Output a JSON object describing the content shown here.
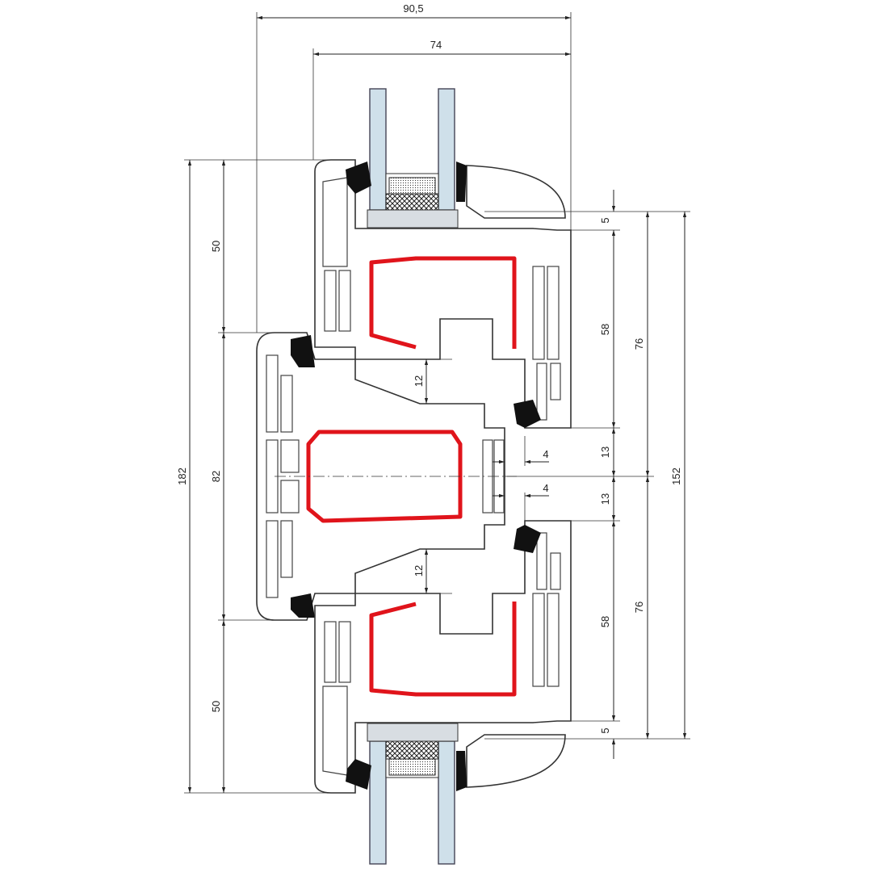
{
  "diagram": {
    "type": "window profile cross-section",
    "colors": {
      "reinforcement": "#e0141b",
      "glass": "#cfe0ea",
      "outline": "#333333"
    },
    "dimensions": {
      "overall_depth": "90,5",
      "sash_depth": "74",
      "left_total": "182",
      "left_top": "50",
      "left_middle": "82",
      "left_bottom": "50",
      "overlap_top": "12",
      "overlap_bottom": "12",
      "right_top_small": "5",
      "right_top_sash": "58",
      "right_top_gap": "13",
      "right_bottom_gap": "13",
      "right_bottom_sash": "58",
      "right_bottom_small": "5",
      "right_top_half": "76",
      "right_bottom_half": "76",
      "right_total": "152",
      "gap_top": "4",
      "gap_bottom": "4"
    }
  }
}
